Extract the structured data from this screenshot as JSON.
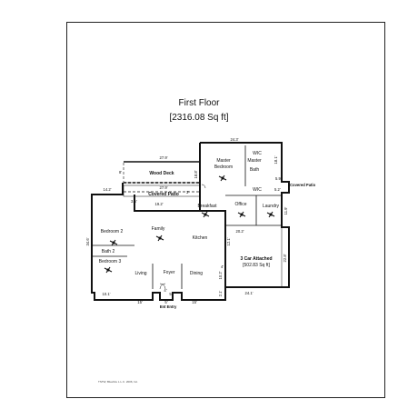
{
  "header": {
    "title": "First Floor",
    "area": "[2316.08 Sq ft]"
  },
  "rooms": {
    "wood_deck": "Wood Deck",
    "covered_patio": "Covered Patio",
    "covered_patio_side": "Covered Patio",
    "master_bedroom_1": "Master",
    "master_bedroom_2": "Bedroom",
    "master_bath_1": "Master",
    "master_bath_2": "Bath",
    "wic_top": "WIC",
    "wic_bottom": "WIC",
    "bedroom2": "Bedroom 2",
    "bath2": "Bath 2",
    "bedroom3": "Bedroom 3",
    "family": "Family",
    "kitchen": "Kitchen",
    "breakfast": "Breakfast",
    "office": "Office",
    "laundry": "Laundry",
    "living": "Living",
    "foyer": "Foyer",
    "dining": "Dining",
    "garage": "3 Car Attached",
    "garage_area": "[502.83 Sq ft]",
    "ent_entry": "Ent Entry"
  },
  "dimensions": {
    "d_24_3": "24.3'",
    "d_27_9_top": "27.9'",
    "d_8": "8'",
    "d_18_8": "18.8'",
    "d_27_9_mid": "27.9'",
    "d_14_2": "14.2'",
    "d_3": "3'",
    "d_19_2": "19.2'",
    "d_3_5": "3.5'",
    "d_18_1": "18.1'",
    "d_5_9": "5.9'",
    "d_5_2": "5.2'",
    "d_11_9": "11.9'",
    "d_34_6": "34.6'",
    "d_20_2": "20.2'",
    "d_12_1": "12.1'",
    "d_22_8": "22.8'",
    "d_4": "4'",
    "d_10_2": "10.2'",
    "d_2_1": "2.1'",
    "d_10_1": "10.1'",
    "d_15_left": "15'",
    "d_5": "5'",
    "d_15_right": "15'",
    "d_24_1": "24.1'",
    "d_4_5": "4'",
    "d_5_entry": "5'"
  },
  "footer": {
    "copyright": "TSTW, BlueFire L.L.C. 2006, Inc."
  }
}
